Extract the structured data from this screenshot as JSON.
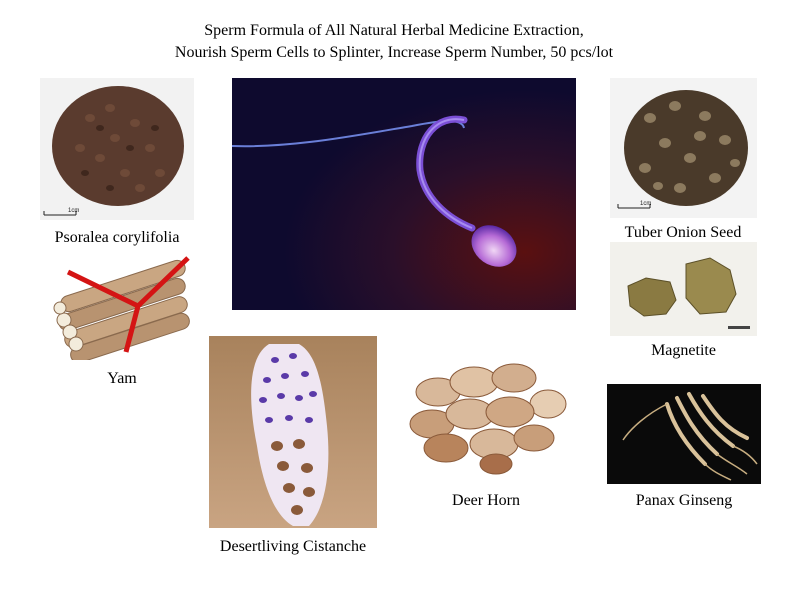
{
  "title": {
    "line1": "Sperm Formula of All Natural Herbal Medicine Extraction,",
    "line2": "Nourish Sperm Cells to Splinter, Increase Sperm Number, 50 pcs/lot"
  },
  "items": [
    {
      "label": "Psoralea corylifolia",
      "scale_text": "1cm"
    },
    {
      "label": "Yam"
    },
    {
      "label": "Desertliving Cistanche"
    },
    {
      "label": "Deer Horn"
    },
    {
      "label": "Tuber Onion Seed",
      "scale_text": "1cm"
    },
    {
      "label": "Magnetite"
    },
    {
      "label": "Panax Ginseng"
    }
  ],
  "colors": {
    "seed": "#5a3b2e",
    "sperm_bg": "#1a0f3a",
    "sperm": "#7b4fd6",
    "ribbon": "#d41414"
  }
}
